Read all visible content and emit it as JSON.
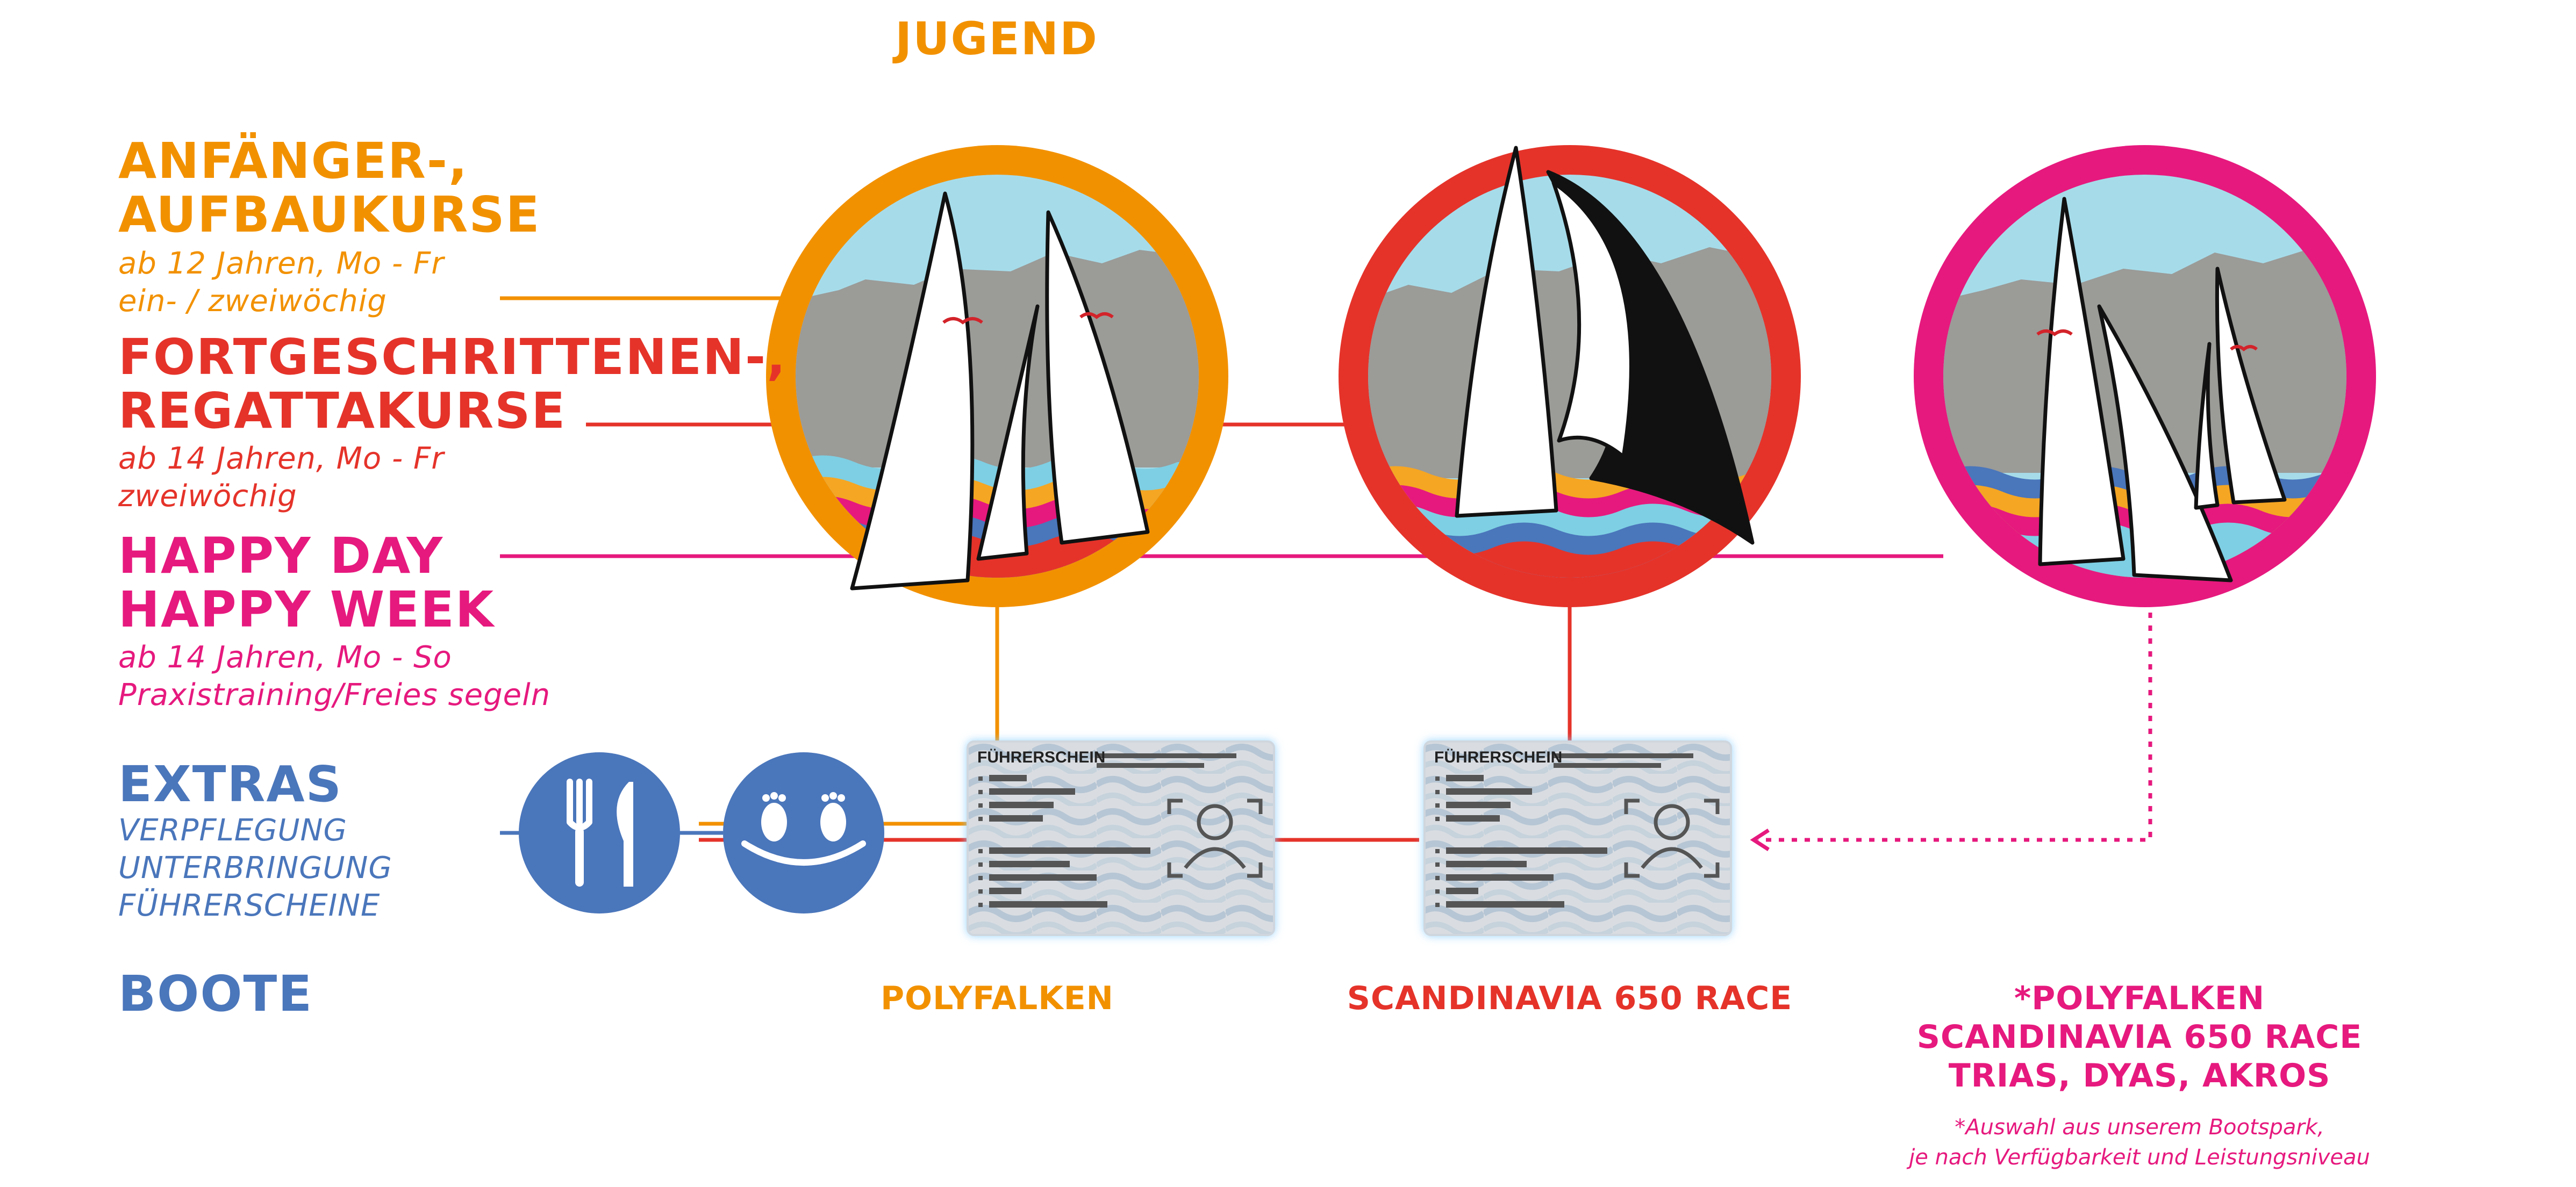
{
  "colors": {
    "orange": "#F29100",
    "red": "#E5332A",
    "pink": "#E6197E",
    "blue": "#4A76BB",
    "sky": "#A6DCEA",
    "mountain": "#9B9B98"
  },
  "header": {
    "title": "JUGEND"
  },
  "courses": [
    {
      "heading_lines": [
        "ANFÄNGER-,",
        "AUFBAUKURSE"
      ],
      "detail_lines": [
        "ab 12 Jahren, Mo - Fr",
        "ein- / zweiwöchig"
      ],
      "color": "#F29100"
    },
    {
      "heading_lines": [
        "FORTGESCHRITTENEN-,",
        "REGATTAKURSE"
      ],
      "detail_lines": [
        "ab 14 Jahren, Mo - Fr",
        "zweiwöchig"
      ],
      "color": "#E5332A"
    },
    {
      "heading_lines": [
        "HAPPY DAY",
        "HAPPY WEEK"
      ],
      "detail_lines": [
        "ab 14 Jahren, Mo - So",
        "Praxistraining/Freies segeln"
      ],
      "color": "#E6197E"
    }
  ],
  "extras": {
    "heading": "EXTRAS",
    "items": [
      "VERPFLEGUNG",
      "UNTERBRINGUNG",
      "FÜHRERSCHEINE"
    ],
    "icons": [
      "cutlery-icon",
      "bed-feet-icon"
    ]
  },
  "boats": {
    "heading": "BOOTE",
    "orange_label": "POLYFALKEN",
    "red_label": "SCANDINAVIA 650 RACE",
    "pink_lines": [
      "*POLYFALKEN",
      "SCANDINAVIA 650 RACE",
      "TRIAS, DYAS, AKROS"
    ],
    "footnote_lines": [
      "*Auswahl aus unserem Bootspark,",
      "je nach Verfügbarkeit und Leistungsniveau"
    ]
  },
  "licenses": [
    {
      "title": "FÜHRERSCHEIN",
      "icon": "id-card-icon"
    },
    {
      "title": "FÜHRERSCHEIN",
      "icon": "id-card-icon"
    }
  ]
}
